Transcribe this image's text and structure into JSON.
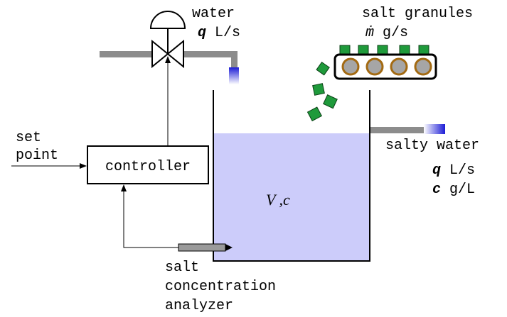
{
  "labels": {
    "water": "water",
    "water_rate_symbol": "q",
    "water_rate_unit": "L/s",
    "salt": "salt granules",
    "salt_rate_symbol": "ṁ",
    "salt_rate_unit": "g/s",
    "set_point_line1": "set",
    "set_point_line2": "point",
    "controller": "controller",
    "tank": "V ,c",
    "outlet": "salty water",
    "outlet_flow_symbol": "q",
    "outlet_flow_unit": "L/s",
    "outlet_conc_symbol": "c",
    "outlet_conc_unit": "g/L",
    "analyzer_line1": "salt",
    "analyzer_line2": "concentration",
    "analyzer_line3": "analyzer"
  },
  "colors": {
    "water": "#ccccfa",
    "pipe": "#8c8c8c",
    "granule": "#1f9a3b",
    "roller_fill": "#a6a6a6",
    "roller_ring": "#a36a12",
    "nozzle": "#1c1cd6"
  }
}
